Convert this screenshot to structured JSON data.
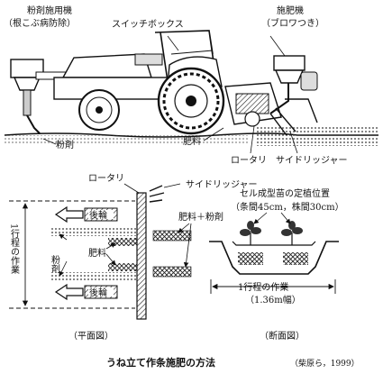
{
  "labels": {
    "powder_applicator": "粉剤施用機",
    "powder_applicator_note": "（根こぶ病防除）",
    "switch_box": "スイッチボックス",
    "fertilizer_applicator": "施肥機",
    "fertilizer_applicator_note": "（ブロワつき）",
    "powder": "粉剤",
    "fertilizer": "肥料",
    "rotary": "ロータリ",
    "side_ridger": "サイドリッジャー",
    "wheel_track": "後輪",
    "fertilizer_plus_powder": "肥料＋粉剤",
    "one_pass_work_vertical": "1行程の作業",
    "cell_seedling_position": "セル成型苗の定植位置",
    "spacing": "（条間45cm，株間30cm）",
    "one_pass_work": "1行程の作業",
    "one_pass_width": "（1.36m幅）",
    "plan_view": "（平面図）",
    "section_view": "（断面図）"
  },
  "caption": {
    "title": "うね立て作条施肥の方法",
    "source": "（柴原ら，1999）"
  },
  "colors": {
    "ink": "#111111",
    "soil": "#555555",
    "paper": "#ffffff"
  }
}
